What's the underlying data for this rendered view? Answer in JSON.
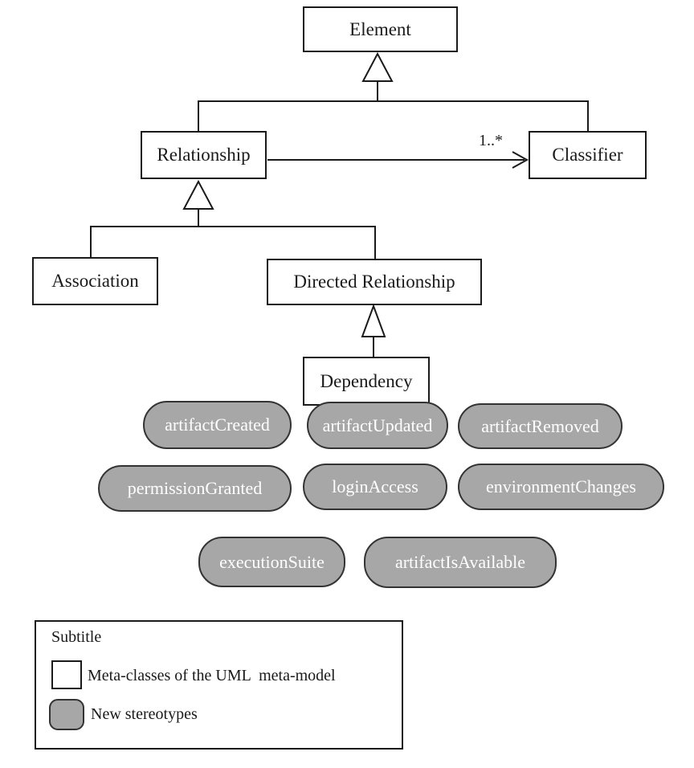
{
  "diagram": {
    "nodes": {
      "element": {
        "label": "Element"
      },
      "relationship": {
        "label": "Relationship"
      },
      "classifier": {
        "label": "Classifier"
      },
      "association": {
        "label": "Association"
      },
      "directed_relationship": {
        "label": "Directed Relationship"
      },
      "dependency": {
        "label": "Dependency"
      }
    },
    "association_multiplicity": "1..*",
    "stereotypes": {
      "row1": [
        "artifactCreated",
        "artifactUpdated",
        "artifactRemoved"
      ],
      "row2": [
        "permissionGranted",
        "loginAccess",
        "environmentChanges"
      ],
      "row3": [
        "executionSuite",
        "artifactIsAvailable"
      ]
    },
    "colors": {
      "stereotype_fill": "#a7a7a7",
      "stereotype_border": "#333333",
      "stereotype_text": "#ffffff",
      "box_border": "#1a1a1a",
      "line": "#1a1a1a",
      "background": "#ffffff"
    }
  },
  "legend": {
    "title": "Subtitle",
    "items": [
      {
        "swatch": "meta-class-box",
        "label": "Meta-classes of the UML  meta-model"
      },
      {
        "swatch": "stereotype-ellipse",
        "label": "New stereotypes"
      }
    ]
  }
}
